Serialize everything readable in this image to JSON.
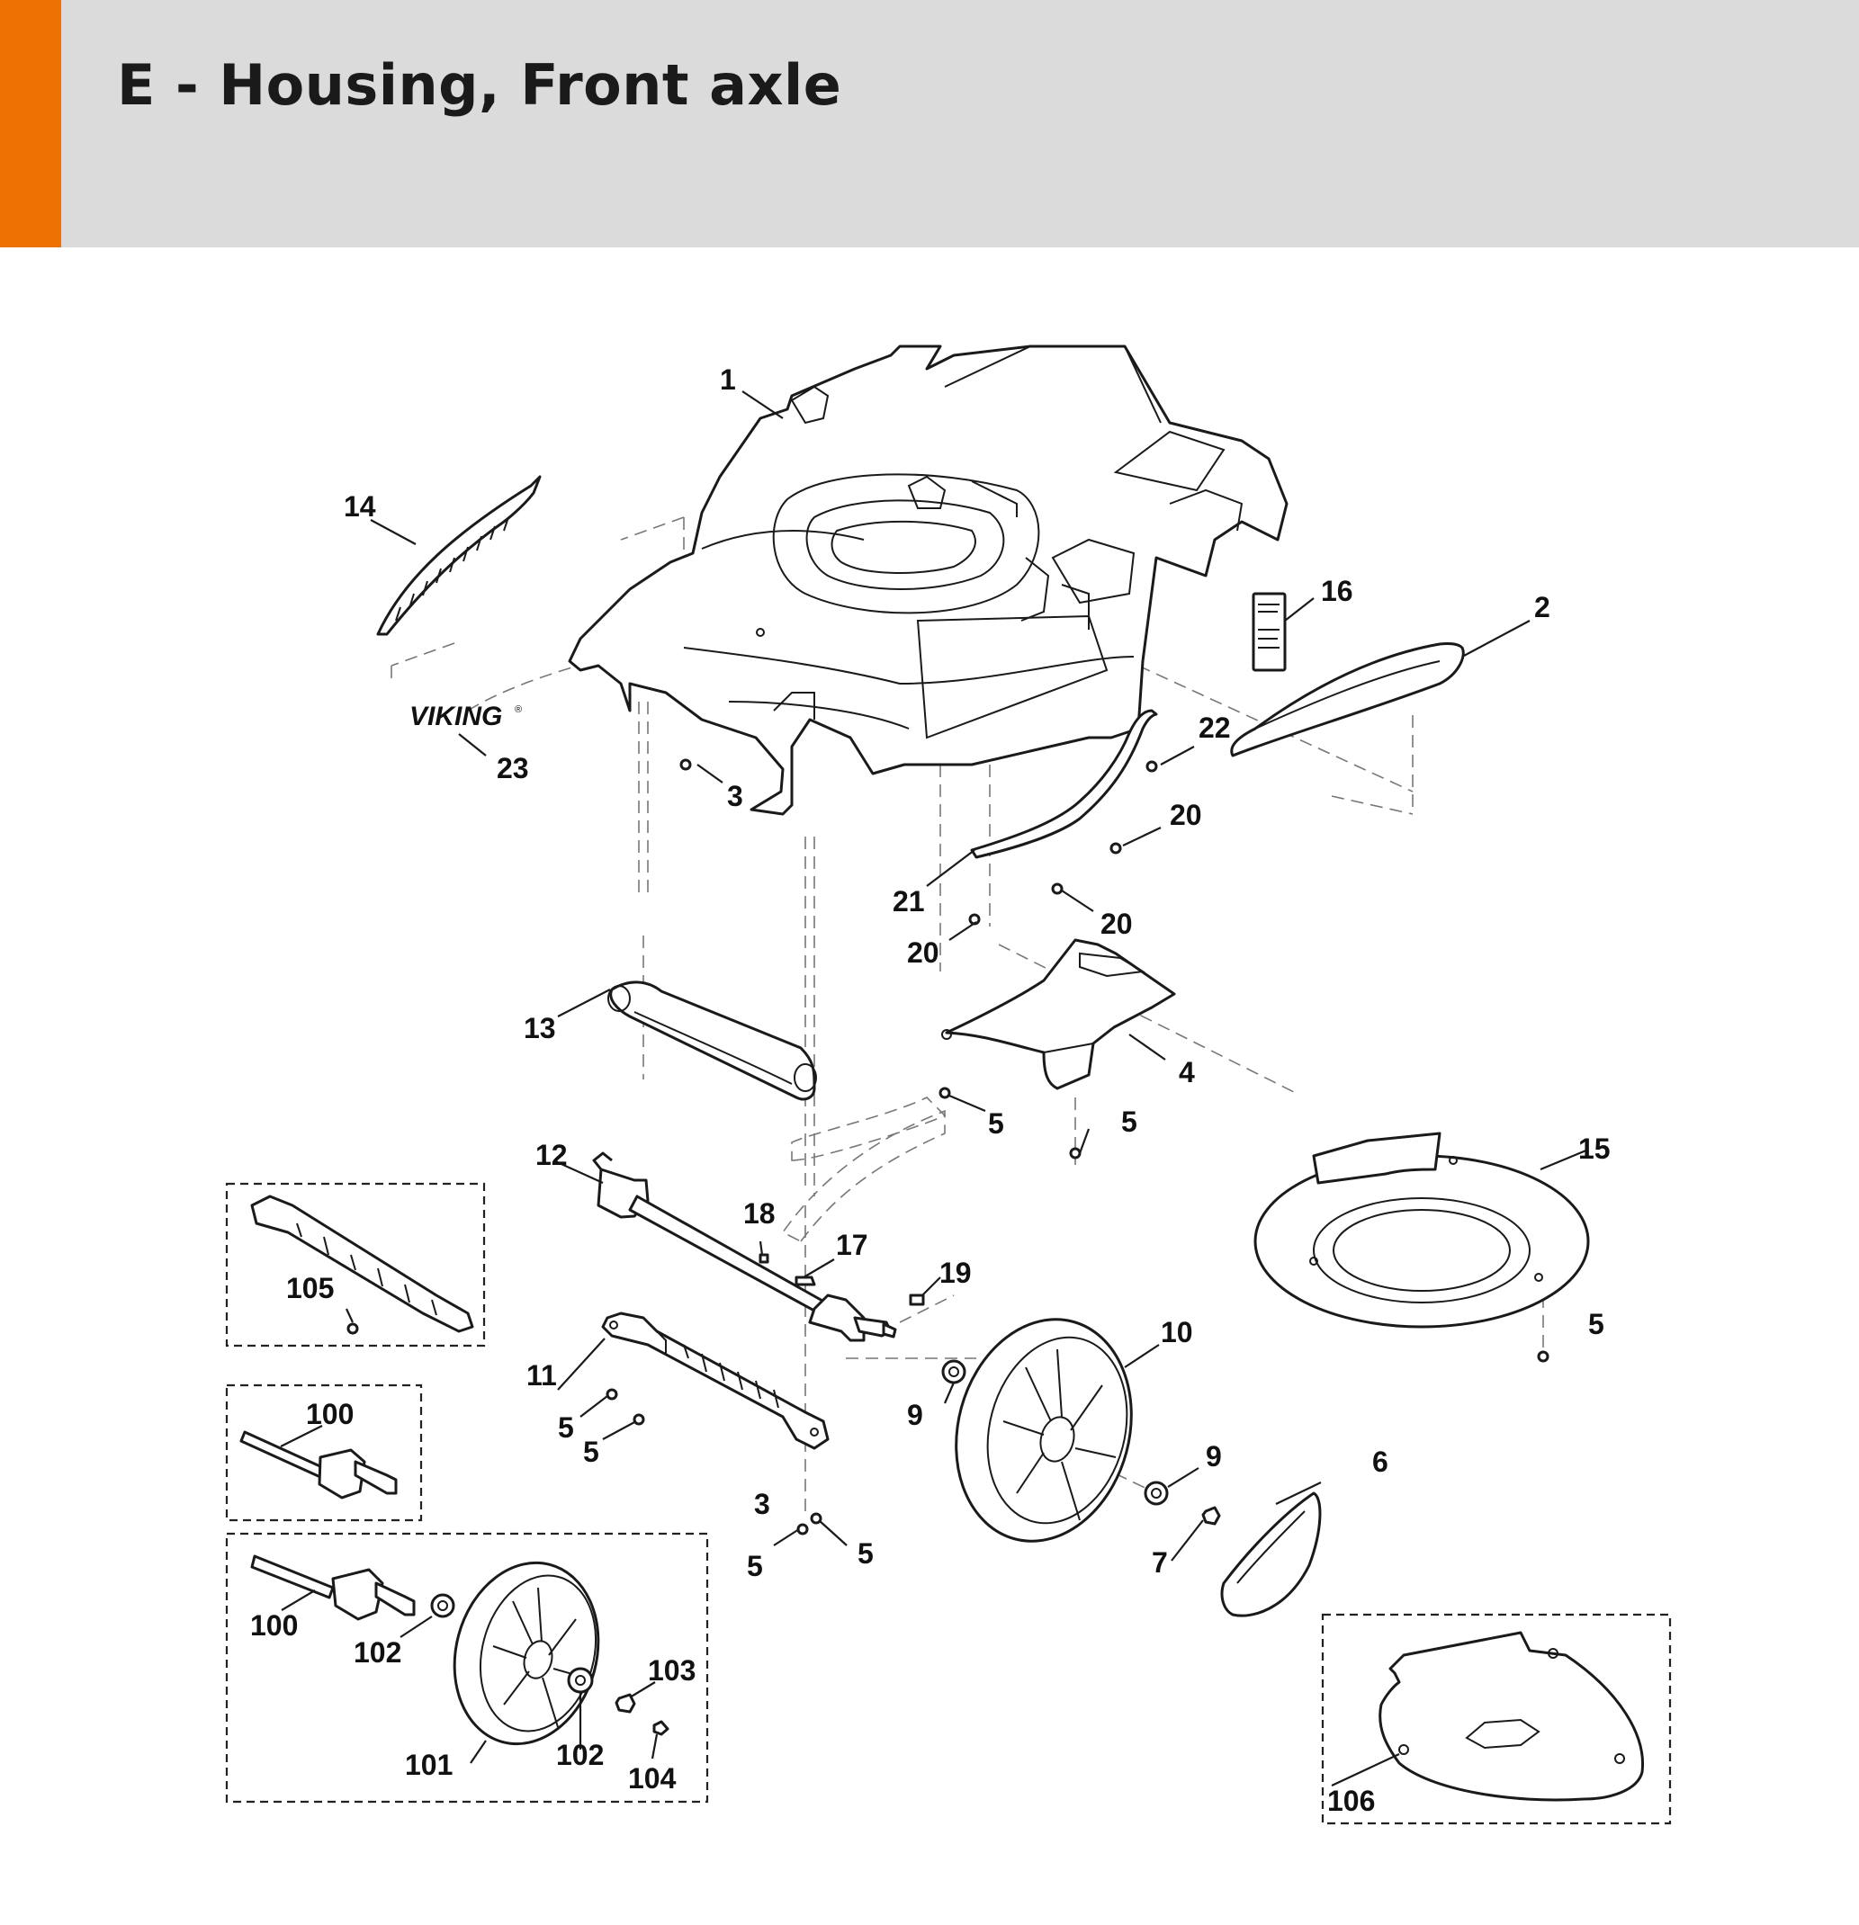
{
  "header": {
    "title": "E - Housing, Front axle",
    "accent_color": "#ee7203",
    "band_color": "#dadbda"
  },
  "diagram": {
    "logo_text": "VIKING",
    "callouts": [
      {
        "id": "c-1",
        "text": "1"
      },
      {
        "id": "c-14",
        "text": "14"
      },
      {
        "id": "c-16",
        "text": "16"
      },
      {
        "id": "c-2",
        "text": "2"
      },
      {
        "id": "c-23",
        "text": "23"
      },
      {
        "id": "c-3a",
        "text": "3"
      },
      {
        "id": "c-22",
        "text": "22"
      },
      {
        "id": "c-20a",
        "text": "20"
      },
      {
        "id": "c-21",
        "text": "21"
      },
      {
        "id": "c-20b",
        "text": "20"
      },
      {
        "id": "c-20c",
        "text": "20"
      },
      {
        "id": "c-13",
        "text": "13"
      },
      {
        "id": "c-4",
        "text": "4"
      },
      {
        "id": "c-5a",
        "text": "5"
      },
      {
        "id": "c-5b",
        "text": "5"
      },
      {
        "id": "c-15",
        "text": "15"
      },
      {
        "id": "c-12",
        "text": "12"
      },
      {
        "id": "c-18",
        "text": "18"
      },
      {
        "id": "c-17",
        "text": "17"
      },
      {
        "id": "c-19",
        "text": "19"
      },
      {
        "id": "c-105",
        "text": "105"
      },
      {
        "id": "c-10",
        "text": "10"
      },
      {
        "id": "c-5c",
        "text": "5"
      },
      {
        "id": "c-11",
        "text": "11"
      },
      {
        "id": "c-9a",
        "text": "9"
      },
      {
        "id": "c-5d",
        "text": "5"
      },
      {
        "id": "c-5e",
        "text": "5"
      },
      {
        "id": "c-100a",
        "text": "100"
      },
      {
        "id": "c-9b",
        "text": "9"
      },
      {
        "id": "c-6",
        "text": "6"
      },
      {
        "id": "c-3b",
        "text": "3"
      },
      {
        "id": "c-5f",
        "text": "5"
      },
      {
        "id": "c-5g",
        "text": "5"
      },
      {
        "id": "c-7",
        "text": "7"
      },
      {
        "id": "c-100b",
        "text": "100"
      },
      {
        "id": "c-102a",
        "text": "102"
      },
      {
        "id": "c-103",
        "text": "103"
      },
      {
        "id": "c-101",
        "text": "101"
      },
      {
        "id": "c-102b",
        "text": "102"
      },
      {
        "id": "c-104",
        "text": "104"
      },
      {
        "id": "c-106",
        "text": "106"
      }
    ]
  }
}
